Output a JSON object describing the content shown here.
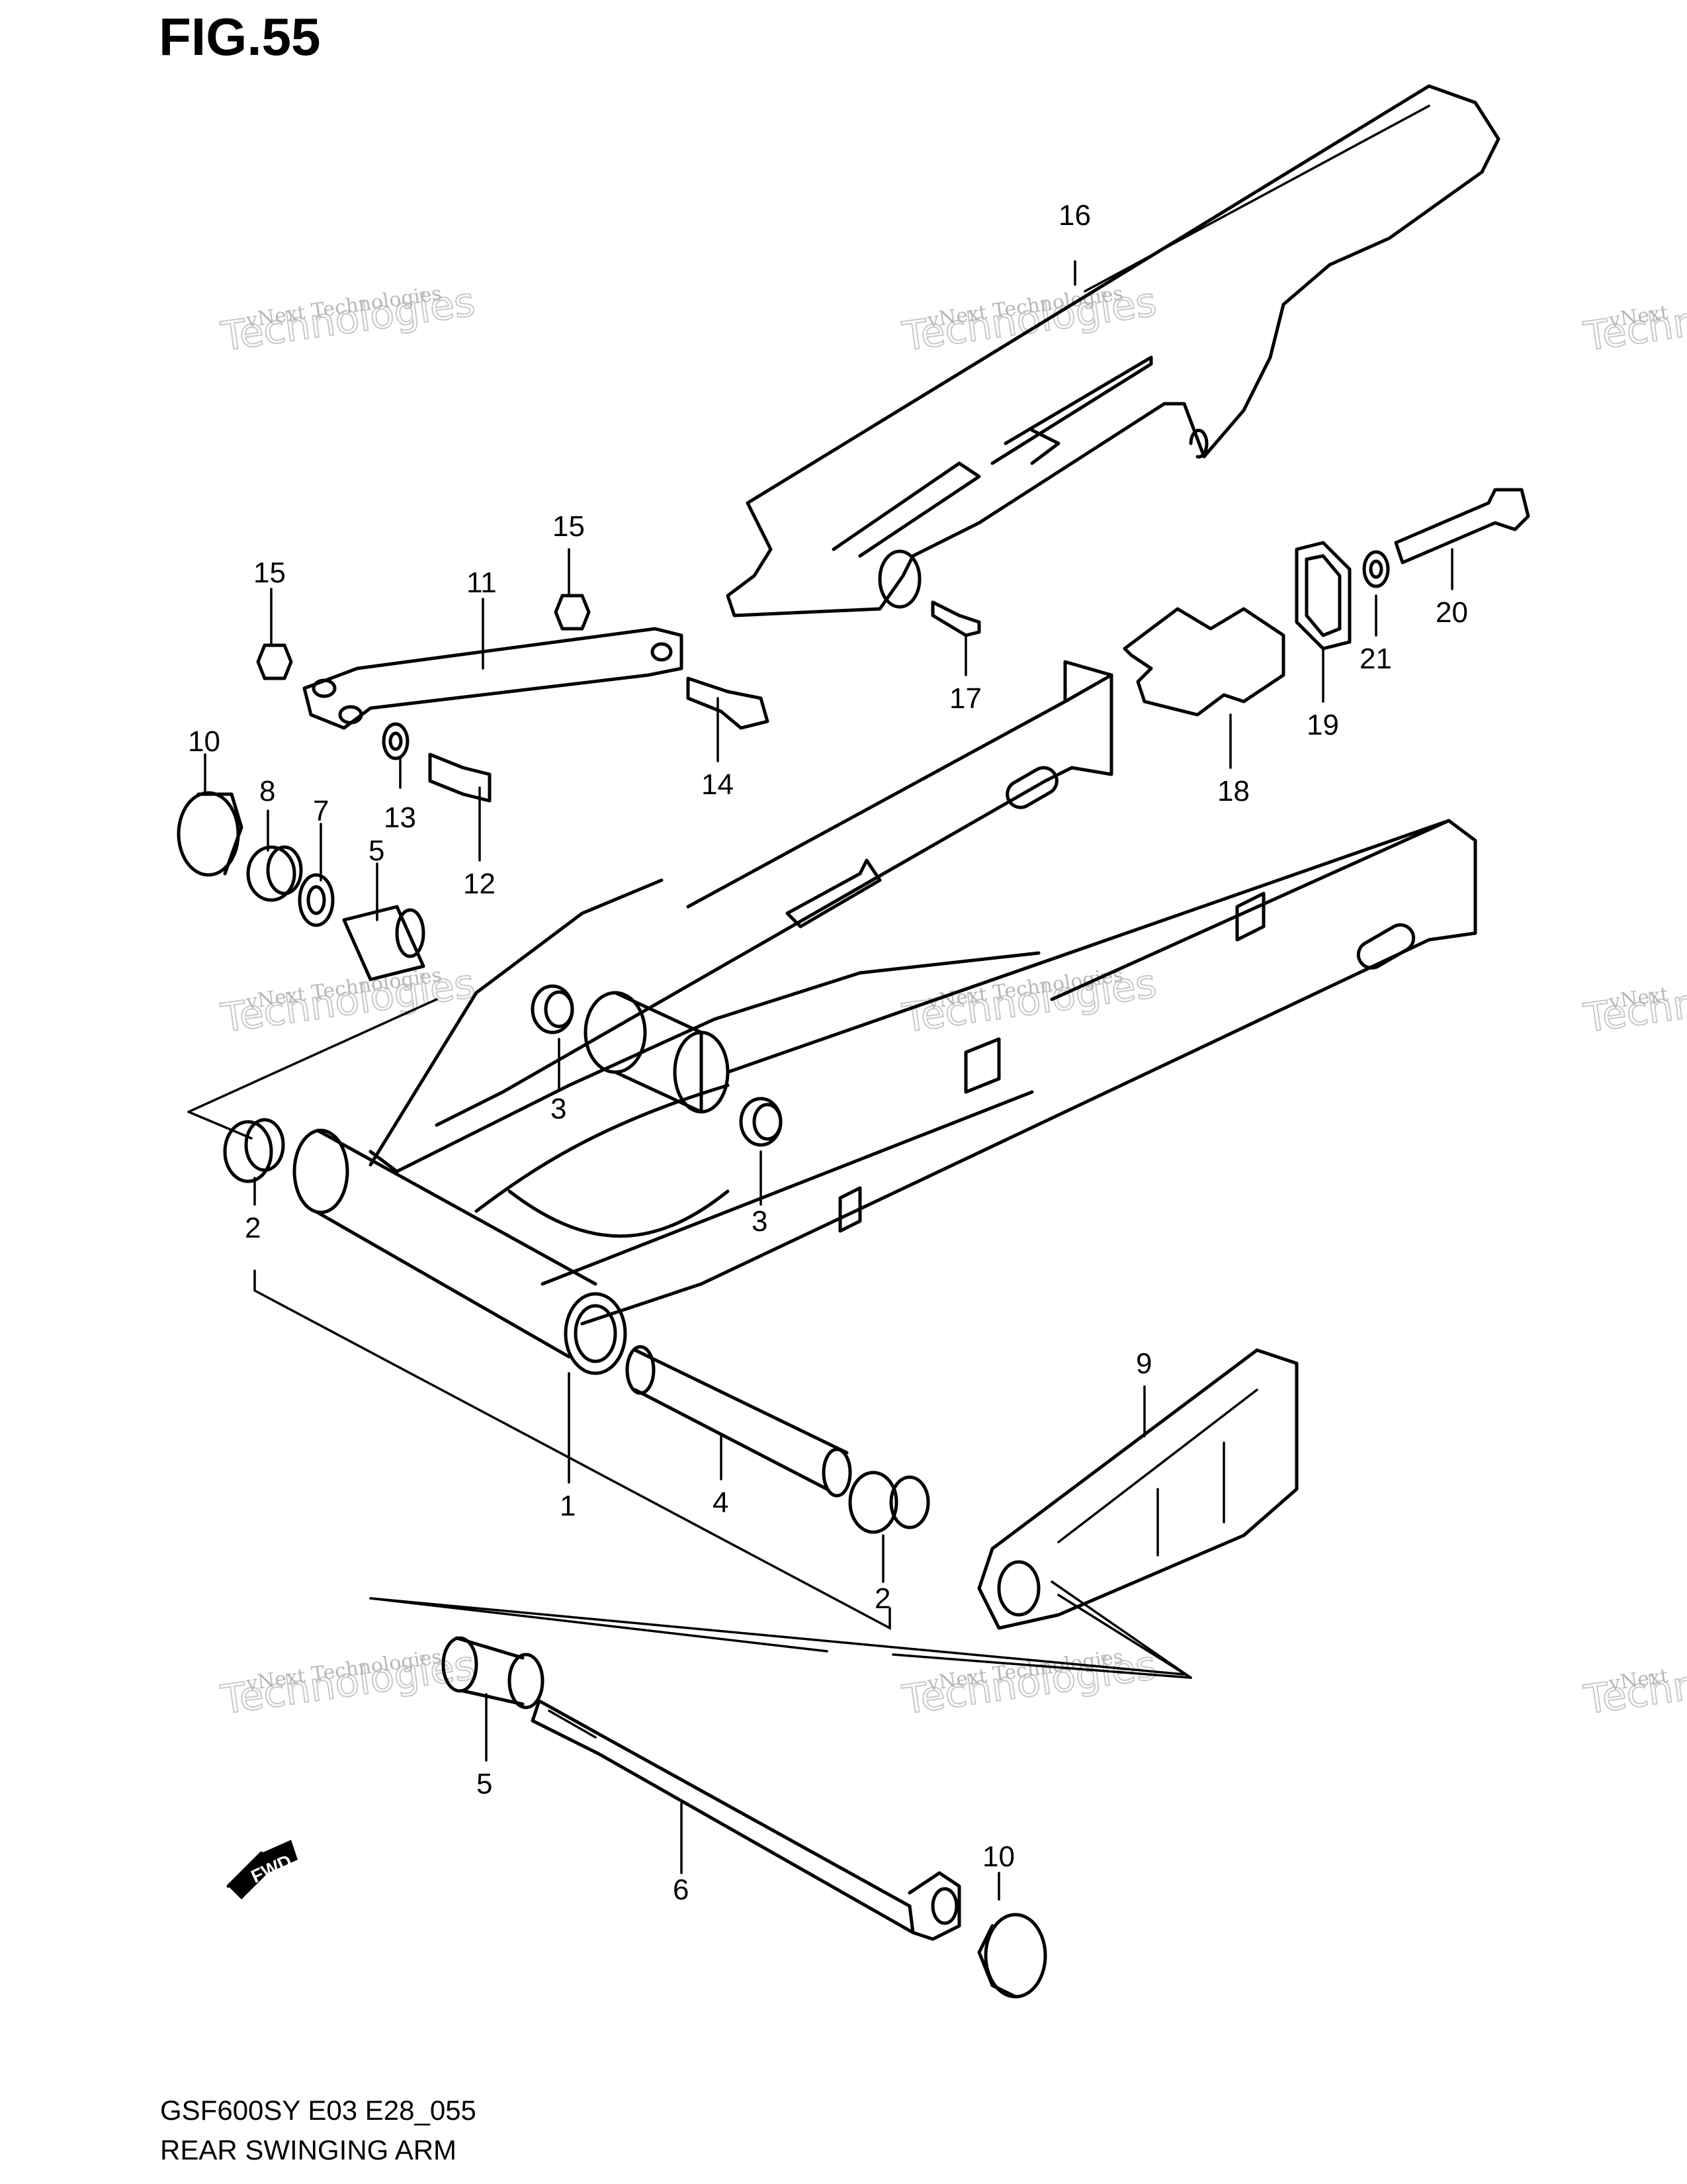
{
  "figure": {
    "title": "FIG.55",
    "model_code": "GSF600SY  E03  E28_055",
    "name": "REAR SWINGING ARM"
  },
  "watermark": {
    "line1": "vNext Technologies",
    "line2": "Technologies",
    "line3": "vNext"
  },
  "fwd_label": "FWD",
  "callouts": [
    "16",
    "15",
    "15",
    "11",
    "10",
    "8",
    "7",
    "5",
    "13",
    "12",
    "14",
    "17",
    "18",
    "19",
    "20",
    "21",
    "3",
    "3",
    "2",
    "1",
    "4",
    "2",
    "9",
    "5",
    "6",
    "10"
  ],
  "colors": {
    "line": "#000000",
    "watermark": "#b8b8b8",
    "background": "#ffffff"
  }
}
